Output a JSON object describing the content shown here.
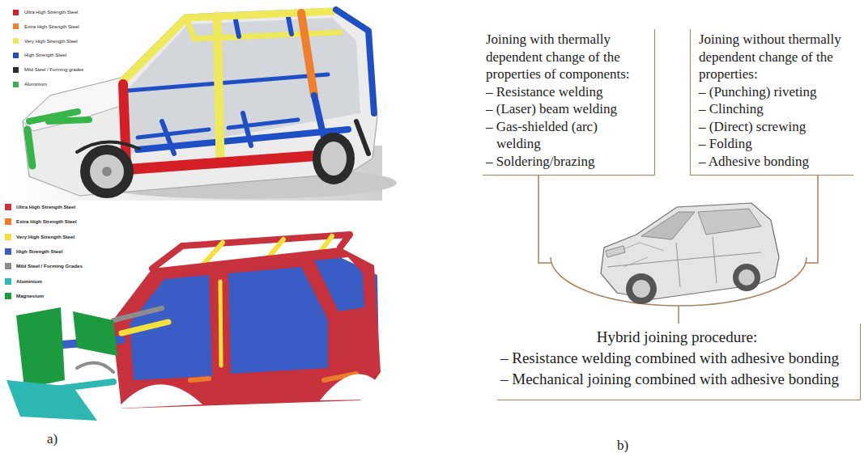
{
  "diagram": {
    "nodes": [
      {
        "text": [
          "Joining with thermally dependent change of the properties of components:",
          "– Resistance welding",
          "– (Laser) beam welding",
          "– Gas-shielded (arc) welding",
          "– Soldering/brazing"
        ]
      },
      {
        "text": [
          "Joining without thermally dependent change of the properties:",
          "– (Punching) riveting",
          "– Clinching",
          "– (Direct) screwing",
          "– Folding",
          "– Adhesive bonding"
        ]
      },
      {
        "text": [
          "Hybrid joining procedure:",
          "– Resistance welding combined with adhesive bonding",
          "– Mechanical joining combined with adhesive bonding"
        ]
      }
    ],
    "labels": [
      "a)",
      "b)"
    ],
    "legend": [
      {
        "text": "Ultra High Strength Steel",
        "color": "#d41f26"
      },
      {
        "text": "Extra High Strength Steel",
        "color": "#f07f2d"
      },
      {
        "text": "Very High Strength Steel",
        "color": "#eee85a"
      },
      {
        "text": "High Strength Steel",
        "color": "#1f4fc4"
      },
      {
        "text": "Mild Steel / Forming grades",
        "color": "#2a2a2a"
      },
      {
        "text": "Aluminium",
        "color": "#38b54a"
      },
      {
        "text": "Ultra High Strength Steel",
        "color": "#c8323c"
      },
      {
        "text": "Extra High Strength Steel",
        "color": "#ee7a2b"
      },
      {
        "text": "Very High Strength Steel",
        "color": "#f3e03b"
      },
      {
        "text": "High Strength Steel",
        "color": "#3b5ec6"
      },
      {
        "text": "Mild Steel / Forming Grades",
        "color": "#8d8d8d"
      },
      {
        "text": "Aluminium",
        "color": "#2db8b4"
      },
      {
        "text": "Magnesium",
        "color": "#1c9a40"
      }
    ]
  }
}
